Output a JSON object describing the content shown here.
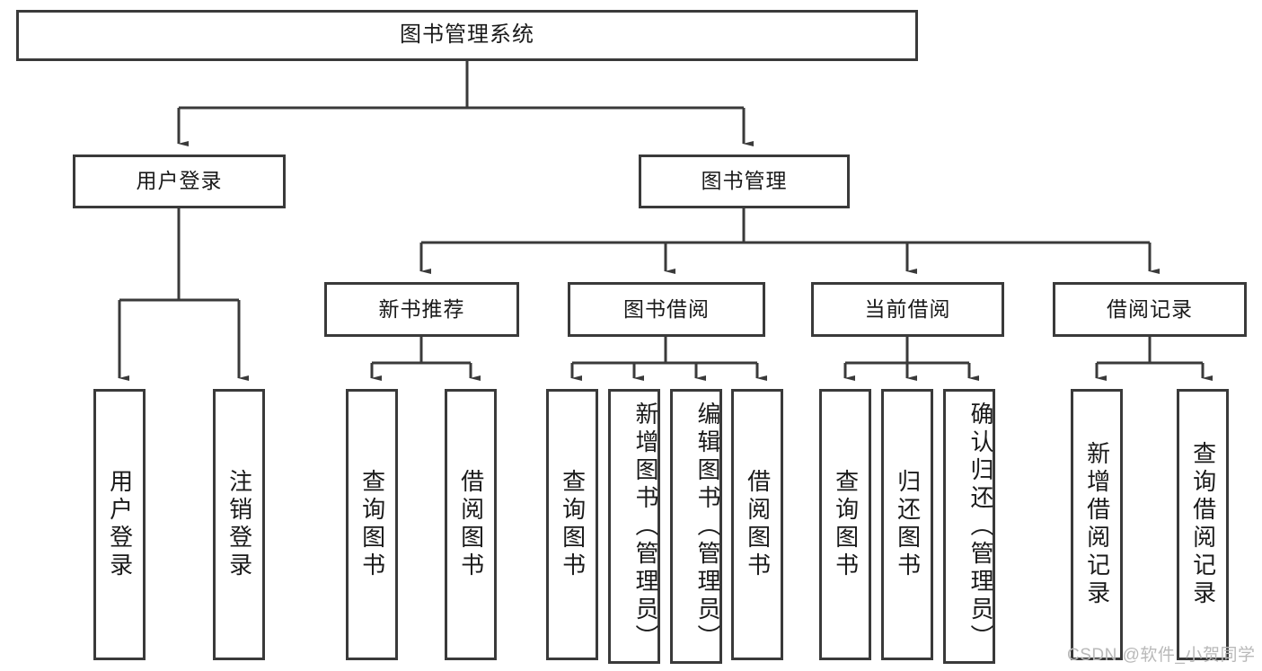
{
  "diagram": {
    "type": "tree",
    "title": "图书管理系统",
    "levels": {
      "root": {
        "label": "图书管理系统"
      },
      "level2": [
        {
          "label": "用户登录"
        },
        {
          "label": "图书管理"
        }
      ],
      "level3": [
        {
          "label": "新书推荐"
        },
        {
          "label": "图书借阅"
        },
        {
          "label": "当前借阅"
        },
        {
          "label": "借阅记录"
        }
      ]
    },
    "leaves": {
      "user_login": [
        {
          "label": "用户登录"
        },
        {
          "label": "注销登录"
        }
      ],
      "new_book_recommend": [
        {
          "label": "查询图书"
        },
        {
          "label": "借阅图书"
        }
      ],
      "book_borrow": [
        {
          "label": "查询图书"
        },
        {
          "label": "新增图书（管理员）"
        },
        {
          "label": "编辑图书（管理员）"
        },
        {
          "label": "借阅图书"
        }
      ],
      "current_borrow": [
        {
          "label": "查询图书"
        },
        {
          "label": "归还图书"
        },
        {
          "label": "确认归还（管理员）"
        }
      ],
      "borrow_record": [
        {
          "label": "新增借阅记录"
        },
        {
          "label": "查询借阅记录"
        }
      ]
    }
  },
  "watermark": {
    "text": "CSDN @软件_小贺同学"
  },
  "colors": {
    "stroke": "#3a3a3a",
    "fill": "#ffffff",
    "text": "#1a1a1a",
    "watermark": "#b9b9b9"
  }
}
